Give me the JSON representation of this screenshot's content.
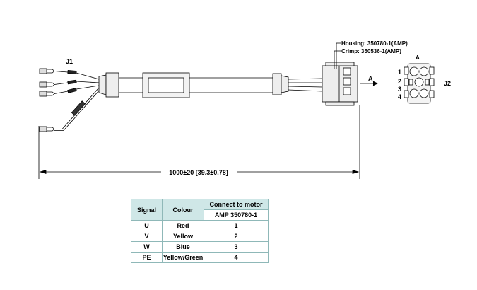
{
  "diagram": {
    "connector_j1": "J1",
    "connector_j2": "J2",
    "housing": "Housing: 350780-1(AMP)",
    "crimp": "Crimp: 350536-1(AMP)",
    "view_arrow": "A",
    "view_label": "A",
    "length": "1000±20 [39.3±0.78]",
    "pins": [
      "1",
      "2",
      "3",
      "4"
    ]
  },
  "table": {
    "headers": {
      "signal": "Signal",
      "colour": "Colour",
      "connect": "Connect to motor",
      "part": "AMP 350780-1"
    },
    "rows": [
      {
        "signal": "U",
        "colour": "Red",
        "pin": "1"
      },
      {
        "signal": "V",
        "colour": "Yellow",
        "pin": "2"
      },
      {
        "signal": "W",
        "colour": "Blue",
        "pin": "3"
      },
      {
        "signal": "PE",
        "colour": "Yellow/Green",
        "pin": "4"
      }
    ]
  }
}
